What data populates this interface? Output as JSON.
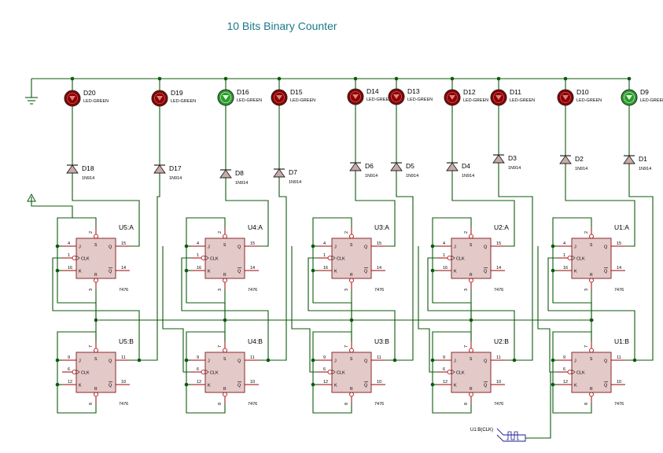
{
  "title": "10 Bits Binary Counter",
  "led_type": "LED-GREEN",
  "diode_type": "1N914",
  "chip_type": "7476",
  "clock_label": "U1:B(CLK)",
  "colors": {
    "wire": "#0c5a0c",
    "title": "#1a7a8a",
    "led_off": "#8b0000",
    "led_on": "#2e9a2e",
    "chip_body": "#e4c9c9"
  },
  "leds": [
    {
      "label": "D20",
      "on": false
    },
    {
      "label": "D19",
      "on": false
    },
    {
      "label": "D16",
      "on": true
    },
    {
      "label": "D15",
      "on": false
    },
    {
      "label": "D14",
      "on": false
    },
    {
      "label": "D13",
      "on": false
    },
    {
      "label": "D12",
      "on": false
    },
    {
      "label": "D11",
      "on": false
    },
    {
      "label": "D10",
      "on": false
    },
    {
      "label": "D9",
      "on": true
    }
  ],
  "diodes": [
    "D18",
    "D17",
    "D8",
    "D7",
    "D6",
    "D5",
    "D4",
    "D3",
    "D2",
    "D1"
  ],
  "chips": [
    {
      "name": "U5:A",
      "pins": {
        "j": "4",
        "clk": "1",
        "k": "16",
        "s": "2",
        "r": "3",
        "q": "15",
        "nq": "14"
      }
    },
    {
      "name": "U4:A",
      "pins": {
        "j": "4",
        "clk": "1",
        "k": "16",
        "s": "2",
        "r": "3",
        "q": "15",
        "nq": "14"
      }
    },
    {
      "name": "U3:A",
      "pins": {
        "j": "4",
        "clk": "1",
        "k": "16",
        "s": "2",
        "r": "3",
        "q": "15",
        "nq": "14"
      }
    },
    {
      "name": "U2:A",
      "pins": {
        "j": "4",
        "clk": "1",
        "k": "16",
        "s": "2",
        "r": "3",
        "q": "15",
        "nq": "14"
      }
    },
    {
      "name": "U1:A",
      "pins": {
        "j": "4",
        "clk": "1",
        "k": "16",
        "s": "2",
        "r": "3",
        "q": "15",
        "nq": "14"
      }
    },
    {
      "name": "U5:B",
      "pins": {
        "j": "9",
        "clk": "6",
        "k": "12",
        "s": "7",
        "r": "8",
        "q": "11",
        "nq": "10"
      }
    },
    {
      "name": "U4:B",
      "pins": {
        "j": "9",
        "clk": "6",
        "k": "12",
        "s": "7",
        "r": "8",
        "q": "11",
        "nq": "10"
      }
    },
    {
      "name": "U3:B",
      "pins": {
        "j": "9",
        "clk": "6",
        "k": "12",
        "s": "7",
        "r": "8",
        "q": "11",
        "nq": "10"
      }
    },
    {
      "name": "U2:B",
      "pins": {
        "j": "9",
        "clk": "6",
        "k": "12",
        "s": "7",
        "r": "8",
        "q": "11",
        "nq": "10"
      }
    },
    {
      "name": "U1:B",
      "pins": {
        "j": "9",
        "clk": "6",
        "k": "12",
        "s": "7",
        "r": "8",
        "q": "11",
        "nq": "10"
      }
    }
  ],
  "pin_letters": {
    "j": "J",
    "clk": "CLK",
    "k": "K",
    "s": "S",
    "r": "R",
    "q": "Q",
    "nq": "Q"
  }
}
